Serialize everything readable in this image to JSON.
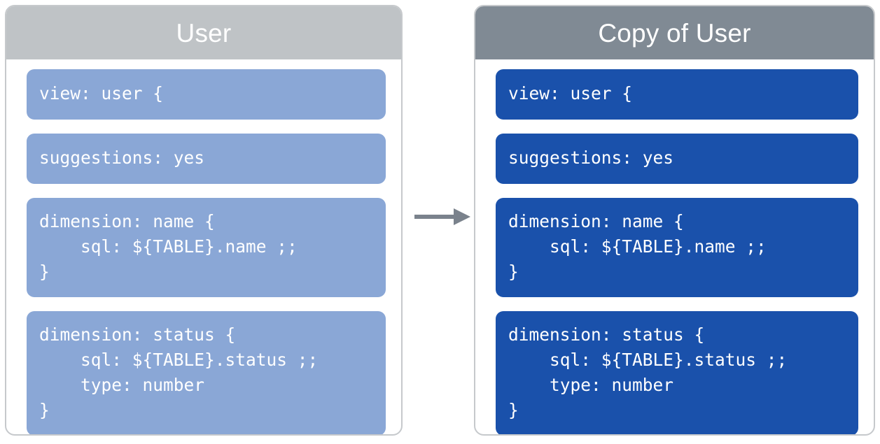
{
  "diagram": {
    "type": "copy-view-diagram",
    "background_color": "#ffffff",
    "arrow": {
      "icon": "right-arrow-icon",
      "color": "#7a828c",
      "direction": "right"
    }
  },
  "panels": [
    {
      "id": "source",
      "title": "User",
      "header_color": "#bfc3c6",
      "block_color": "#8aa7d6",
      "text_color": "#ffffff",
      "blocks": [
        {
          "id": "view-declaration",
          "text": "view: user {"
        },
        {
          "id": "suggestions-parameter",
          "text": "suggestions: yes"
        },
        {
          "id": "dimension-name",
          "text": "dimension: name {\n    sql: ${TABLE}.name ;;\n}"
        },
        {
          "id": "dimension-status",
          "text": "dimension: status {\n    sql: ${TABLE}.status ;;\n    type: number\n}"
        }
      ]
    },
    {
      "id": "copy",
      "title": "Copy of User",
      "header_color": "#808a94",
      "block_color": "#1a51ab",
      "text_color": "#ffffff",
      "blocks": [
        {
          "id": "view-declaration",
          "text": "view: user {"
        },
        {
          "id": "suggestions-parameter",
          "text": "suggestions: yes"
        },
        {
          "id": "dimension-name",
          "text": "dimension: name {\n    sql: ${TABLE}.name ;;\n}"
        },
        {
          "id": "dimension-status",
          "text": "dimension: status {\n    sql: ${TABLE}.status ;;\n    type: number\n}"
        }
      ]
    }
  ]
}
